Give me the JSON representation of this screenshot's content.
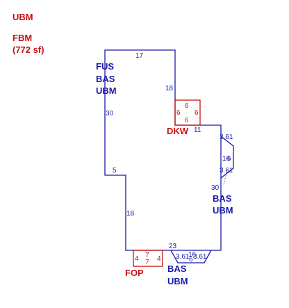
{
  "colors": {
    "blue": "#1a1aa8",
    "red": "#cc1111",
    "dotted": "#6a6a6a"
  },
  "legend": {
    "ubm": "UBM",
    "fbm": "FBM",
    "area": "(772 sf)"
  },
  "areas": {
    "main": [
      "FUS",
      "BAS",
      "UBM"
    ],
    "right": [
      "BAS",
      "UBM"
    ],
    "bottom": [
      "BAS",
      "UBM"
    ],
    "dkw": "DKW",
    "fop": "FOP"
  },
  "dims": {
    "top": "17",
    "upper_right": "18",
    "left": "30",
    "step": "5",
    "lower_left": "18",
    "bottom": "23",
    "right_wall": "30",
    "dkw_top": "6",
    "dkw_left": "6",
    "dkw_right": "6",
    "dkw_bottom": "6",
    "after_dkw": "11",
    "bay_upper": "3.61",
    "bay_mid_a": "16",
    "bay_mid_b": "6",
    "bay_lower": "3.61",
    "bottom_bay_a": "3.61",
    "bottom_bay_b": "6",
    "bottom_bay_c": "3.61",
    "bottom_bay_d": "16",
    "fop_left": "4",
    "fop_top": "7",
    "fop_bottom": "7",
    "fop_right": "4"
  }
}
